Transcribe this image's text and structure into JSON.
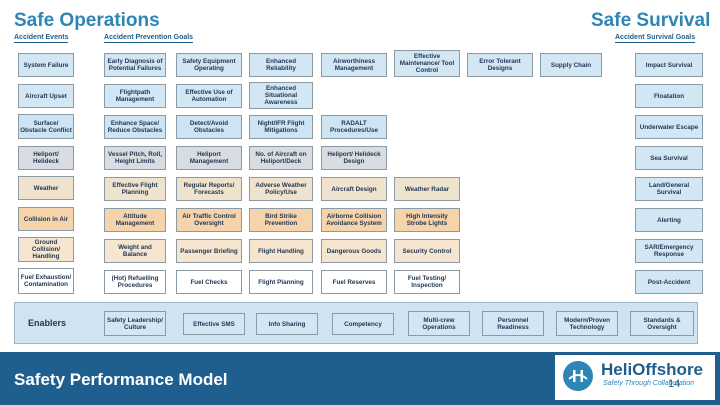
{
  "header": {
    "left_title": "Safe Operations",
    "right_title": "Safe Survival",
    "accident_events": "Accident Events",
    "prevention_goals": "Accident Prevention Goals",
    "survival_goals": "Accident Survival Goals"
  },
  "events": [
    "System Failure",
    "Aircraft Upset",
    "Surface/ Obstacle Conflict",
    "Heliport/ Helideck",
    "Weather",
    "Collision in Air",
    "Ground Collision/ Handling",
    "Fuel Exhaustion/ Contamination"
  ],
  "row1": [
    "Early Diagnosis of Potential Failures",
    "Safety Equipment Operating",
    "Enhanced Reliability",
    "Airworthiness Management",
    "Effective Maintenance/ Tool Control",
    "Error Tolerant Designs",
    "Supply Chain"
  ],
  "row2": [
    "Flightpath Management",
    "Effective Use of Automation",
    "Enhanced Situational Awareness"
  ],
  "row3": [
    "Enhance Space/ Reduce Obstacles",
    "Detect/Avoid Obstacles",
    "Night/IFR Flight Mitigations",
    "RADALT Procedures/Use"
  ],
  "row4": [
    "Vessel Pitch, Roll, Height Limits",
    "Heliport Management",
    "No. of Aircraft on Heliport/Deck",
    "Heliport/ Helideck Design"
  ],
  "row5": [
    "Effective Flight Planning",
    "Regular Reports/ Forecasts",
    "Adverse Weather Policy/Use",
    "Aircraft Design",
    "Weather Radar"
  ],
  "row6": [
    "Attitude Management",
    "Air Traffic Control Oversight",
    "Bird Strike Prevention",
    "Airborne Collision Avoidance System",
    "High Intensity Strobe Lights"
  ],
  "row7": [
    "Weight and Balance",
    "Passenger Briefing",
    "Flight Handling",
    "Dangerous Goods",
    "Security Control"
  ],
  "row8": [
    "(Hot) Refuelling Procedures",
    "Fuel Checks",
    "Flight Planning",
    "Fuel Reserves",
    "Fuel Testing/ Inspection"
  ],
  "survival": [
    "Impact Survival",
    "Floatation",
    "Underwater Escape",
    "Sea Survival",
    "Land/General Survival",
    "Alerting",
    "SAR/Emergency Response",
    "Post-Accident"
  ],
  "enablers": {
    "label": "Enablers",
    "items": [
      "Safety Leadership/ Culture",
      "Effective SMS",
      "Info Sharing",
      "Competency",
      "Multi-crew Operations",
      "Personnel Readiness",
      "Modern/Proven Technology",
      "Standards & Oversight"
    ]
  },
  "footer": {
    "title": "Safety Performance Model",
    "logo_text": "HeliOffshore",
    "logo_tagline": "Safety Through Collaboration",
    "page_number": "14"
  }
}
